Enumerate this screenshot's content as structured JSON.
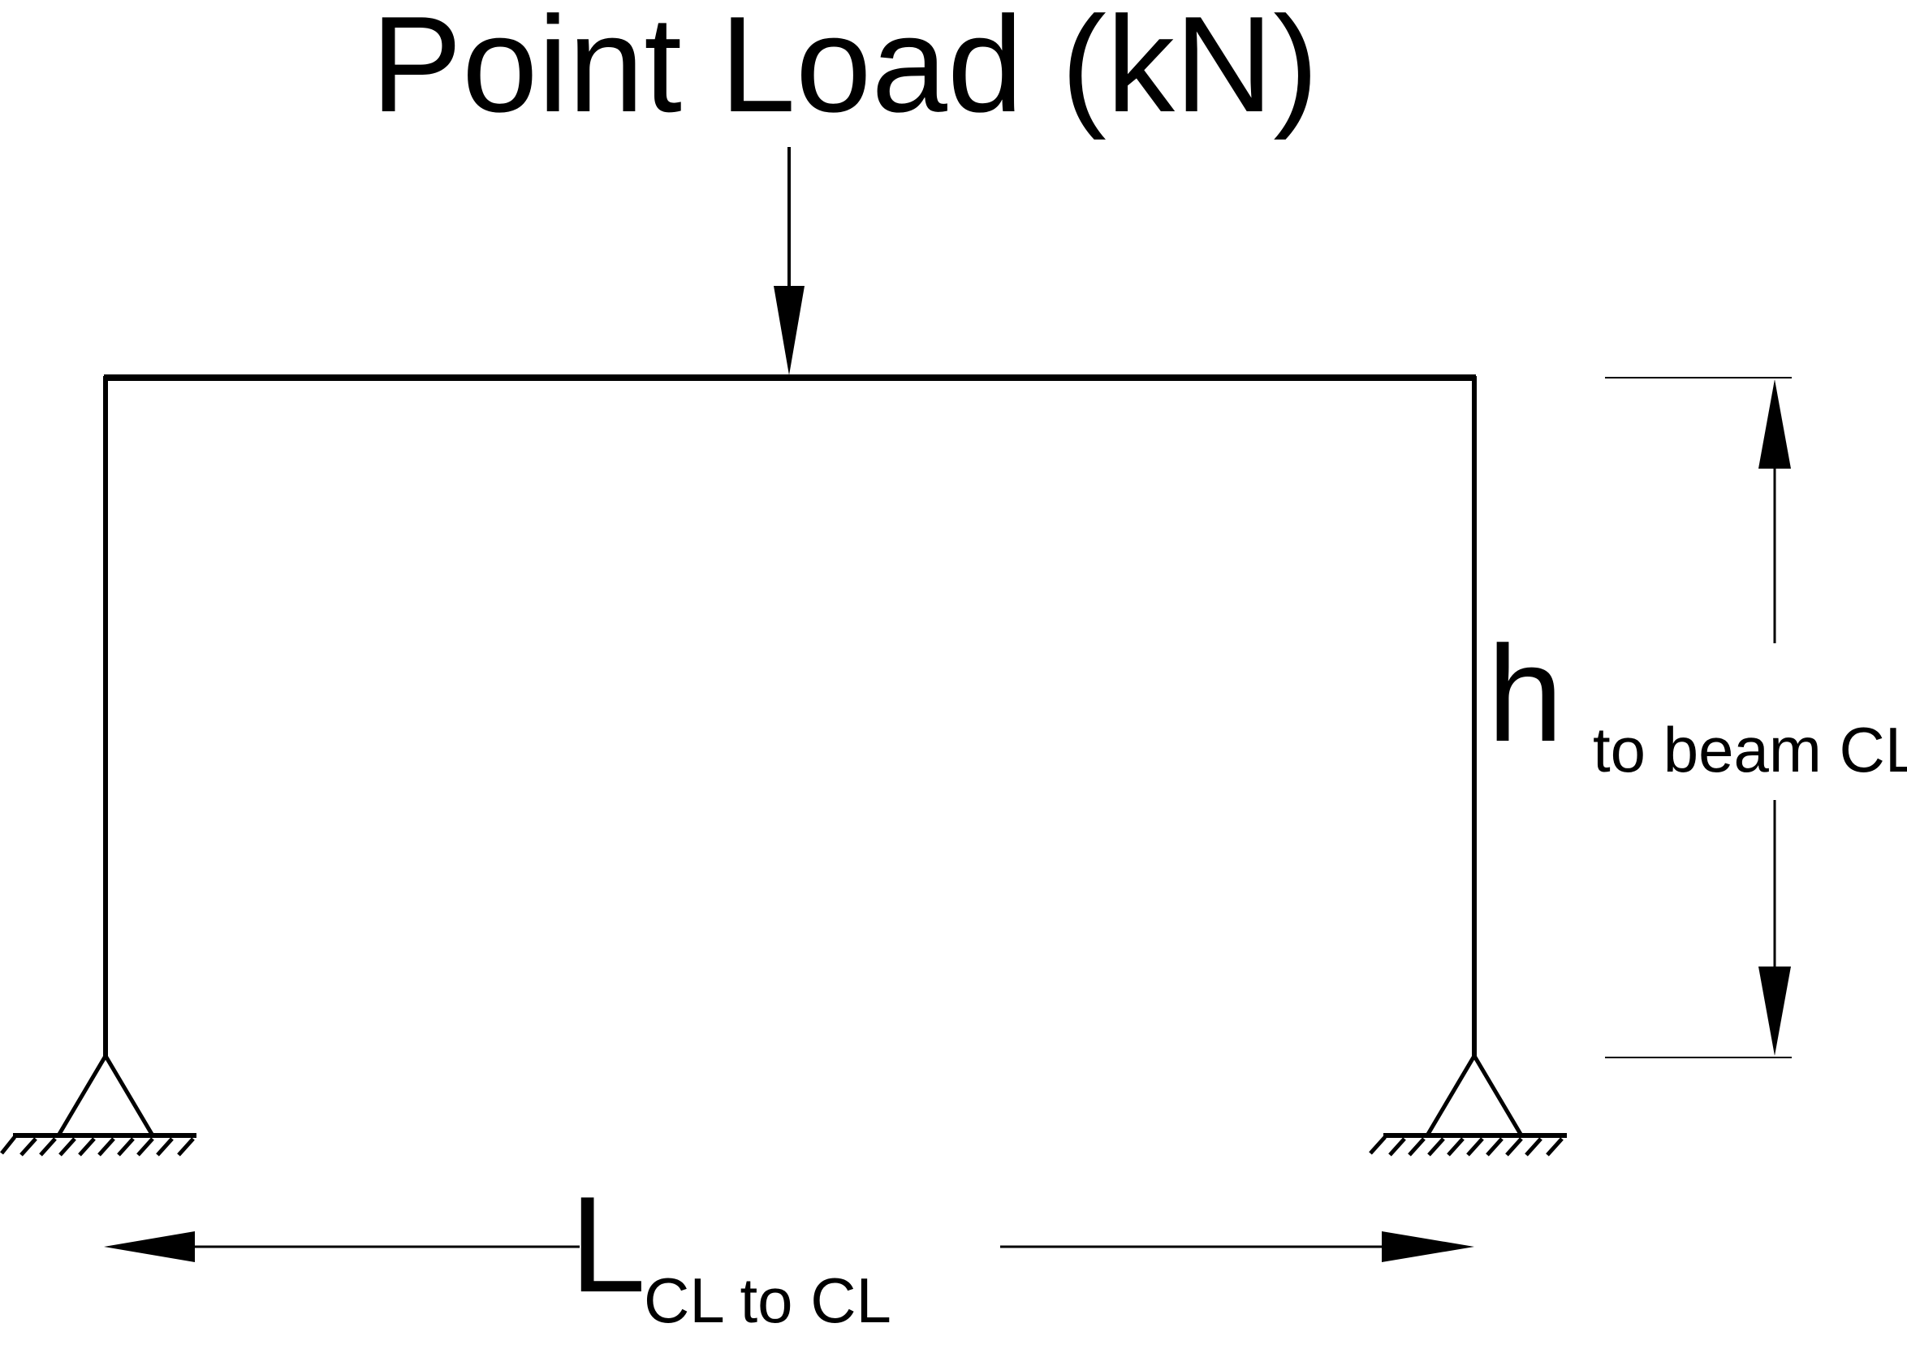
{
  "diagram": {
    "load_label": "Point Load (kN)",
    "height_symbol": "h",
    "height_subscript": "to beam CL",
    "length_symbol": "L",
    "length_subscript": "CL to CL"
  },
  "colors": {
    "ink": "#000000",
    "background": "#ffffff"
  }
}
